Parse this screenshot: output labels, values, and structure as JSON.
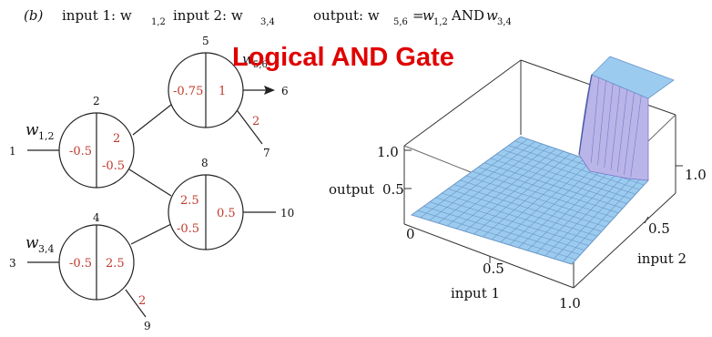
{
  "header": {
    "panel_label": "(b)",
    "input1_label": "input 1: w",
    "input1_sub": "1,2",
    "input2_label": "input 2: w",
    "input2_sub": "3,4",
    "output_label": "output: w",
    "output_sub": "5,6",
    "eq": "=",
    "w12": "w",
    "w12_sub": "1,2",
    "and_text": "AND",
    "w34": "w",
    "w34_sub": "3,4"
  },
  "title": "Logical AND Gate",
  "network": {
    "node_numbers": {
      "n1": "1",
      "n2": "2",
      "n3": "3",
      "n4": "4",
      "n5": "5",
      "n6": "6",
      "n7": "7",
      "n8": "8",
      "n9": "9",
      "n10": "10"
    },
    "w_labels": {
      "w12": "w",
      "w12_sub": "1,2",
      "w34": "w",
      "w34_sub": "3,4",
      "w56": "w",
      "w56_sub": "5,6"
    },
    "neuron2": {
      "threshold": "-0.5",
      "weight_top": "2",
      "weight_bottom": "-0.5"
    },
    "neuron4": {
      "threshold": "-0.5",
      "weight": "2.5"
    },
    "neuron5": {
      "threshold": "-0.75",
      "weight": "1"
    },
    "neuron8": {
      "weight_top": "2.5",
      "weight_bottom": "-0.5",
      "threshold": "0.5"
    },
    "edge_5_7_weight": "2",
    "edge_4_9_weight": "2"
  },
  "surface_plot": {
    "zlabel": "output",
    "xlabel": "input 1",
    "ylabel": "input 2",
    "z_ticks": [
      "0.5",
      "1.0"
    ],
    "x_ticks": [
      "0",
      "0.5",
      "1.0"
    ],
    "y_ticks": [
      "0.5",
      "1.0"
    ],
    "surface_color": "#9ccbf0",
    "surface_edge_color": "#6a97c6",
    "step_color": "#b9b5e8"
  }
}
